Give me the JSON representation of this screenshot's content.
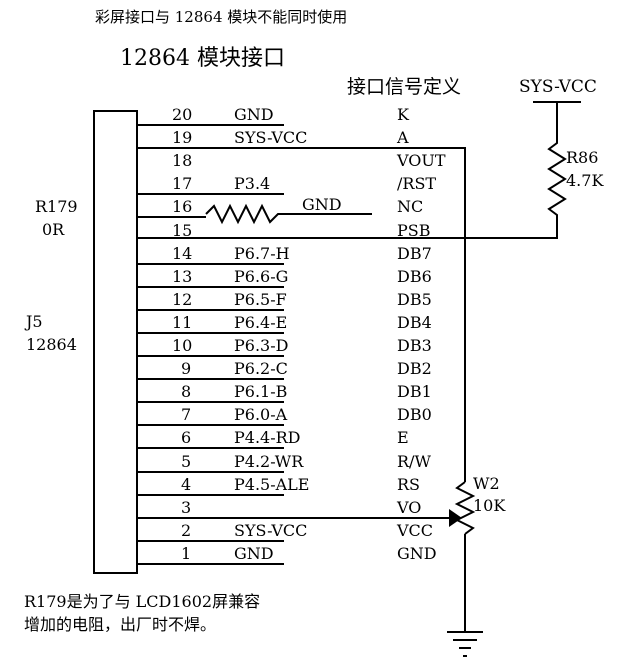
{
  "note_top": "彩屏接口与 12864 模块不能同时使用",
  "title": "12864 模块接口",
  "iface_header": "接口信号定义",
  "sysvcc_top": "SYS-VCC",
  "r86": {
    "ref": "R86",
    "value": "4.7K"
  },
  "r179": {
    "ref": "R179",
    "value": "0R"
  },
  "j5": {
    "ref": "J5",
    "value": "12864"
  },
  "w2": {
    "ref": "W2",
    "value": "10K"
  },
  "gnd_r179": "GND",
  "note_bottom": [
    "R179是为了与 LCD1602屏兼容",
    "增加的电阻，出厂时不焊。"
  ],
  "pins": [
    {
      "num": "20",
      "net": "GND",
      "sig": "K"
    },
    {
      "num": "19",
      "net": "SYS-VCC",
      "sig": "A"
    },
    {
      "num": "18",
      "net": "",
      "sig": "VOUT"
    },
    {
      "num": "17",
      "net": "P3.4",
      "sig": "/RST"
    },
    {
      "num": "16",
      "net": "",
      "sig": "NC"
    },
    {
      "num": "15",
      "net": "",
      "sig": "PSB"
    },
    {
      "num": "14",
      "net": "P6.7-H",
      "sig": "DB7"
    },
    {
      "num": "13",
      "net": "P6.6-G",
      "sig": "DB6"
    },
    {
      "num": "12",
      "net": "P6.5-F",
      "sig": "DB5"
    },
    {
      "num": "11",
      "net": "P6.4-E",
      "sig": "DB4"
    },
    {
      "num": "10",
      "net": "P6.3-D",
      "sig": "DB3"
    },
    {
      "num": "9",
      "net": "P6.2-C",
      "sig": "DB2"
    },
    {
      "num": "8",
      "net": "P6.1-B",
      "sig": "DB1"
    },
    {
      "num": "7",
      "net": "P6.0-A",
      "sig": "DB0"
    },
    {
      "num": "6",
      "net": "P4.4-RD",
      "sig": "E"
    },
    {
      "num": "5",
      "net": "P4.2-WR",
      "sig": "R/W"
    },
    {
      "num": "4",
      "net": "P4.5-ALE",
      "sig": "RS"
    },
    {
      "num": "3",
      "net": "",
      "sig": "VO"
    },
    {
      "num": "2",
      "net": "SYS-VCC",
      "sig": "VCC"
    },
    {
      "num": "1",
      "net": "GND",
      "sig": "GND"
    }
  ]
}
